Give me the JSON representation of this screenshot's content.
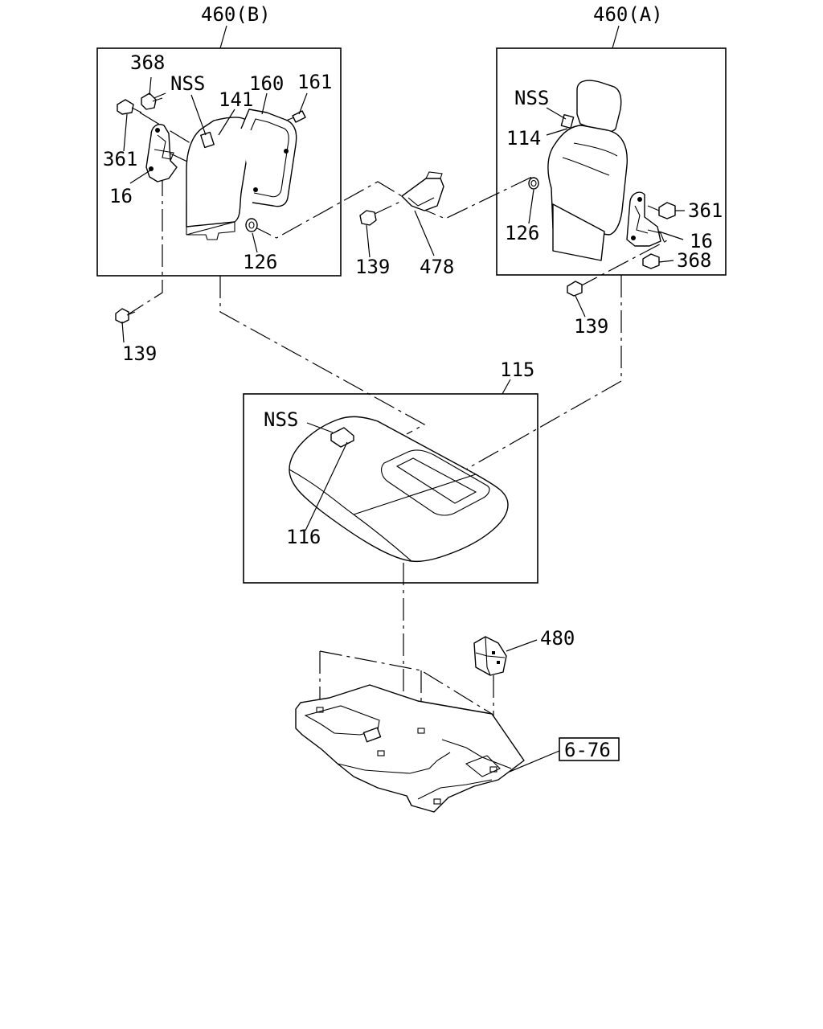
{
  "groups": {
    "seatback_b": "460(B)",
    "seatback_a": "460(A)",
    "seat_cushion": "115"
  },
  "callouts": {
    "b_368": "368",
    "b_nss": "NSS",
    "b_141": "141",
    "b_160": "160",
    "b_161": "161",
    "b_361": "361",
    "b_16": "16",
    "b_126": "126",
    "b_139": "139",
    "a_nss": "NSS",
    "a_114": "114",
    "a_126": "126",
    "a_361": "361",
    "a_16": "16",
    "a_368": "368",
    "a_139": "139",
    "mid_139": "139",
    "mid_478": "478",
    "cushion_nss": "NSS",
    "cushion_116": "116",
    "floor_480": "480"
  },
  "reference_box": "6-76"
}
